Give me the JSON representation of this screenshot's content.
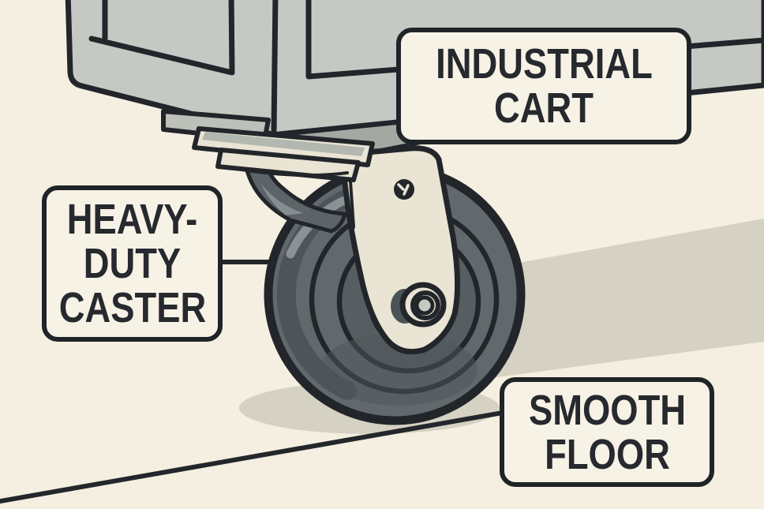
{
  "scene": {
    "description": "Flat illustration of an industrial cart corner with a heavy-duty swivel caster wheel rolling on a smooth floor, with three callout labels",
    "colors": {
      "background": "#f5efe2",
      "cart_gray": "#c6c9c3",
      "mount_gray": "#bcc0b9",
      "race_top_gray": "#b2b7b0",
      "underside_gray": "#a3a8a2",
      "cream": "#e9e4d3",
      "outline": "#22262a",
      "neck_gray": "#5d6468",
      "neck_highlight": "#878e92",
      "tire": "#61696d",
      "tire_shade": "#4d555a",
      "tire_highlight": "#8a9296",
      "tire_inner": "#565e62",
      "hub": "#4b5357",
      "axle_inner": "#c7c9c2",
      "shadow": "#d5d1c3",
      "floor_line": "#23272b",
      "label_bg": "#f7f2e6",
      "label_border": "#1f2428",
      "label_text": "#26292d"
    }
  },
  "labels": {
    "industrial_cart": {
      "lines": [
        "INDUSTRIAL",
        "CART"
      ]
    },
    "heavy_duty_caster": {
      "lines": [
        "HEAVY-",
        "DUTY",
        "CASTER"
      ]
    },
    "smooth_floor": {
      "lines": [
        "SMOOTH",
        "FLOOR"
      ]
    }
  }
}
